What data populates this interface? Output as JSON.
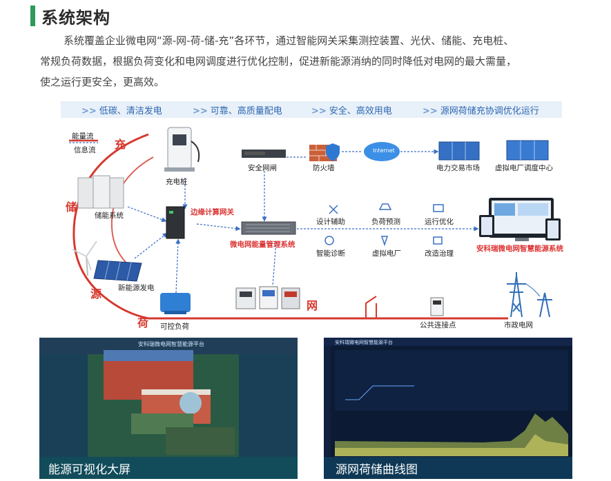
{
  "header": {
    "title": "系统架构",
    "intro_lines": [
      "系统覆盖企业微电网“源-网-荷-储-充”各环节，通过智能网关采集测控装置、光伏、储能、充电桩、",
      "常规负荷数据，根据负荷变化和电网调度进行优化控制，促进新能源消纳的同时降低对电网的最大需量，",
      "使之运行更安全，更高效。"
    ]
  },
  "band": {
    "items": [
      "低碳、清洁发电",
      "可靠、高质量配电",
      "安全、高效用电",
      "源网荷储充协调优化运行"
    ]
  },
  "legend": {
    "energy_flow": "能量流",
    "info_flow": "信息流"
  },
  "sides": {
    "chong": "充",
    "chu": "储",
    "yuan": "源",
    "he": "荷",
    "wang": "网"
  },
  "nodes": {
    "charging_pile": "充电桩",
    "storage": "储能系统",
    "renewable": "新能源发电",
    "controllable_load": "可控负荷",
    "edge_gateway": "边缘计算网关",
    "security_gateway": "安全网闸",
    "firewall": "防火墙",
    "internet": "Internet",
    "power_market": "电力交易市场",
    "vpp_center": "虚拟电厂调度中心",
    "ems": "微电网能量管理系统",
    "smart_platform": "安科瑞微电网智慧能源系统",
    "pcc": "公共连接点",
    "utility_grid": "市政电网"
  },
  "functions": [
    "设计辅助",
    "负荷预测",
    "运行优化",
    "智能诊断",
    "虚拟电厂",
    "改造治理"
  ],
  "screenshots": {
    "left_caption": "能源可视化大屏",
    "right_caption": "源网荷储曲线图",
    "left_panel_title": "安科瑞微电网智慧能源平台",
    "right_panel_title": "安科瑞微电网智慧能源平台"
  },
  "colors": {
    "accent_green": "#2e9a5b",
    "band_blue": "#2d67b1",
    "energy_red": "#d6382e",
    "info_blue": "#3a6fc4"
  }
}
